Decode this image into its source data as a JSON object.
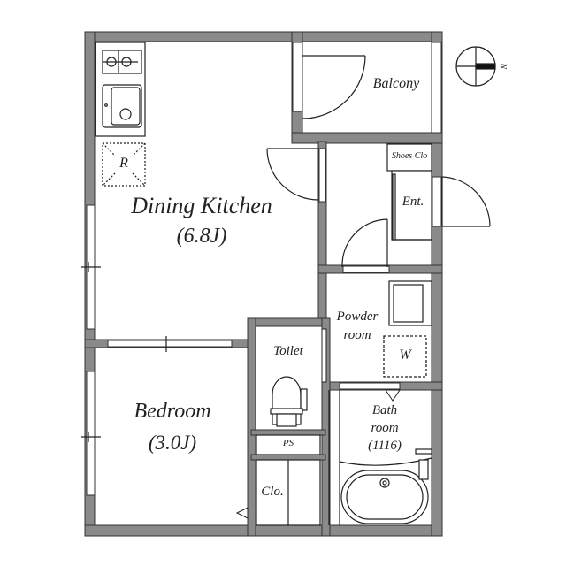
{
  "plan": {
    "wall_color": "#8a8a8a",
    "line_color": "#222222",
    "rooms": {
      "dining_kitchen": {
        "name": "Dining Kitchen",
        "size": "(6.8J)"
      },
      "bedroom": {
        "name": "Bedroom",
        "size": "(3.0J)"
      },
      "balcony": {
        "name": "Balcony"
      },
      "entrance": {
        "name": "Ent."
      },
      "shoes_closet": {
        "name": "Shoes Clo"
      },
      "powder_room": {
        "name_line1": "Powder",
        "name_line2": "room"
      },
      "washer": {
        "name": "W"
      },
      "toilet": {
        "name": "Toilet"
      },
      "pipe_space": {
        "name": "PS"
      },
      "closet": {
        "name": "Clo."
      },
      "bathroom": {
        "name_line1": "Bath",
        "name_line2": "room",
        "size": "(1116)"
      },
      "refrigerator": {
        "name": "R"
      }
    },
    "compass": {
      "label": "N"
    }
  }
}
